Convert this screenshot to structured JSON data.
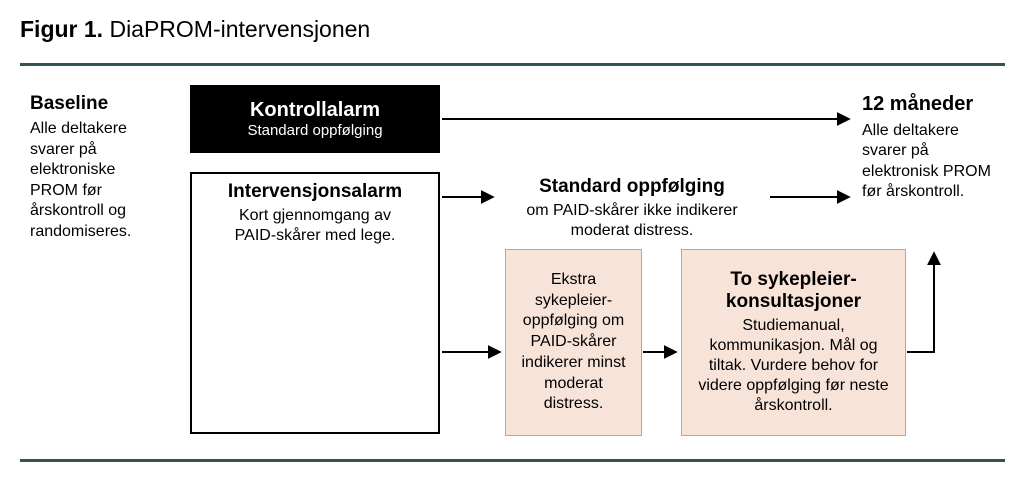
{
  "figure": {
    "label": "Figur 1.",
    "title": "DiaPROM-intervensjonen"
  },
  "colors": {
    "rule": "#315555",
    "black_box_bg": "#000000",
    "black_box_text": "#ffffff",
    "pink_box_bg": "#f8e3d9",
    "pink_box_border": "#b9a79e",
    "arrow": "#000000"
  },
  "nodes": {
    "baseline": {
      "heading": "Baseline",
      "body": "Alle deltakere svarer på elektroniske PROM før årskontroll og randomiseres."
    },
    "kontrollalarm": {
      "heading": "Kontrollalarm",
      "subtitle": "Standard oppfølging"
    },
    "intervensjonsalarm": {
      "heading": "Intervensjonsalarm",
      "body": "Kort gjennomgang av PAID-skårer med lege."
    },
    "standard_oppfolging": {
      "heading": "Standard oppfølging",
      "body": "om PAID-skårer ikke indikerer moderat distress."
    },
    "ekstra_oppfolging": {
      "body": "Ekstra sykepleier-oppfølging om PAID-skårer indikerer minst moderat distress."
    },
    "sykepleier_konsultasjoner": {
      "heading": "To sykepleier-konsultasjoner",
      "body": "Studiemanual, kommunikasjon. Mål og tiltak. Vurdere behov for videre oppfølging før neste årskontroll."
    },
    "tolv_maneder": {
      "heading": "12 måneder",
      "body": "Alle deltakere svarer på elektronisk PROM før årskontroll."
    }
  }
}
